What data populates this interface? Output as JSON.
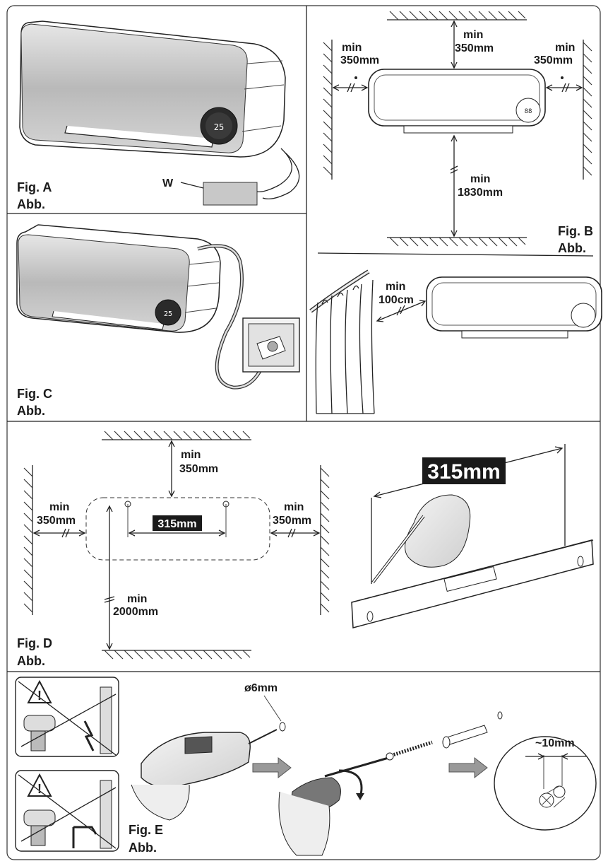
{
  "figures": {
    "A": {
      "fig": "Fig. A",
      "abb": "Abb.",
      "part_label": "W",
      "display": "25"
    },
    "B": {
      "fig": "Fig. B",
      "abb": "Abb.",
      "top": {
        "min": "min",
        "val": "350mm"
      },
      "left": {
        "min": "min",
        "val": "350mm"
      },
      "right": {
        "min": "min",
        "val": "350mm"
      },
      "bottom": {
        "min": "min",
        "val": "1830mm"
      },
      "curtain": {
        "min": "min",
        "val": "100cm"
      },
      "display": "88"
    },
    "C": {
      "fig": "Fig. C",
      "abb": "Abb.",
      "display": "25"
    },
    "D": {
      "fig": "Fig. D",
      "abb": "Abb.",
      "top": {
        "min": "min",
        "val": "350mm"
      },
      "left": {
        "min": "min",
        "val": "350mm"
      },
      "right": {
        "min": "min",
        "val": "350mm"
      },
      "bottom": {
        "min": "min",
        "val": "2000mm"
      },
      "spacing_small": "315mm",
      "spacing_large": "315mm"
    },
    "E": {
      "fig": "Fig. E",
      "abb": "Abb.",
      "drill": "ø6mm",
      "depth": "~10mm"
    }
  },
  "colors": {
    "line": "#222222",
    "panel_fill": "#c8c8c8",
    "dark_label_bg": "#1a1a1a",
    "dark_label_text": "#ffffff"
  }
}
